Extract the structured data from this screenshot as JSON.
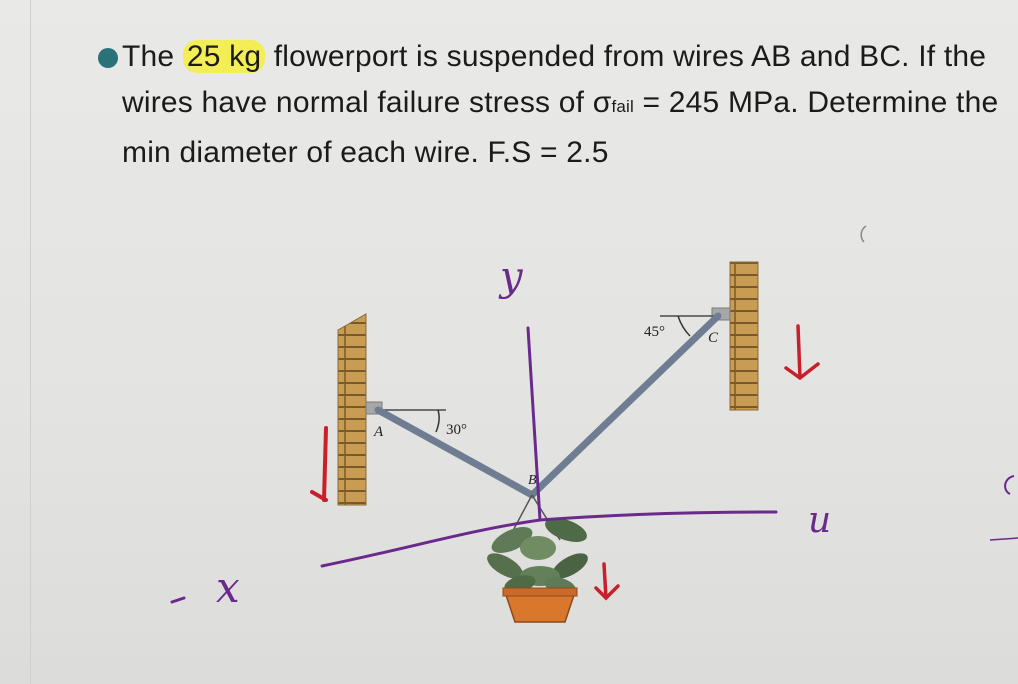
{
  "problem": {
    "text_before": "The ",
    "mass": "25 kg",
    "text_after_mass": " flowerport is suspended from wires AB and BC. If the wires have normal failure stress of ",
    "sigma_symbol": "σ",
    "sigma_subscript": "fail",
    "stress_value": " = 245 MPa. Determine the min diameter of each wire. F.S = 2.5"
  },
  "figure": {
    "label_A": "A",
    "label_B": "B",
    "label_C": "C",
    "angle_A": "30°",
    "angle_C": "45°",
    "hand_y": "y",
    "hand_u": "u",
    "hand_x": "x"
  },
  "colors": {
    "highlight": "#f3ee55",
    "bullet": "#2a7178",
    "ink_purple": "#6a2a8c",
    "ink_red": "#c8202a",
    "wire": "#6e7d92",
    "wall_brick": "#c89c52",
    "pot": "#d9772d"
  }
}
